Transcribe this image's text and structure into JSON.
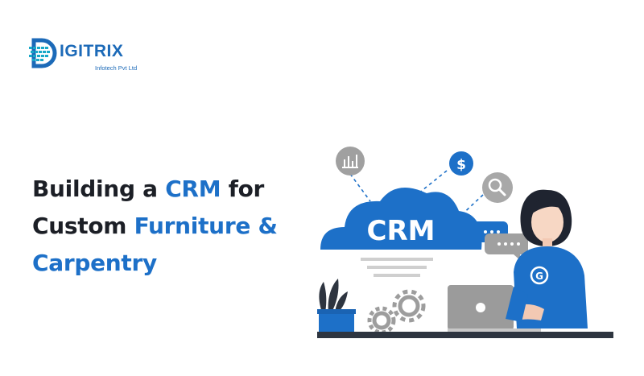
{
  "brand": {
    "name": "IGITRIX",
    "tagline": "Infotech Pvt Ltd",
    "logo_icon": "globe-d-icon"
  },
  "headline": {
    "part1": "Building a ",
    "accent1": "CRM",
    "part2": " for Custom ",
    "accent2": "Furniture & Carpentry"
  },
  "illustration": {
    "cloud_label": "CRM",
    "dollar_symbol": "$",
    "shirt_letter": "G",
    "icons": [
      "bar-chart-icon",
      "dollar-icon",
      "search-icon",
      "chat-bubble-icon",
      "gear-icon",
      "laptop-icon",
      "plant-icon"
    ]
  },
  "colors": {
    "accent": "#1d70c8",
    "text": "#1c1f26",
    "icon_gray": "#9a9a9a"
  }
}
